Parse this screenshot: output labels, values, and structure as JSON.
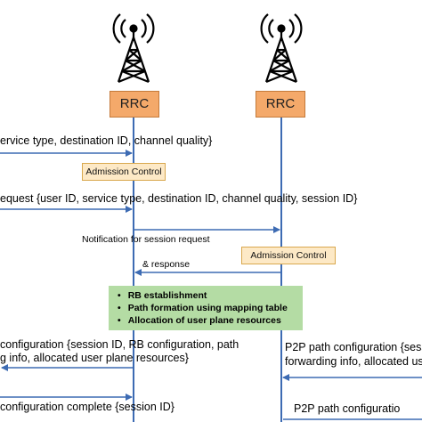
{
  "nodes": {
    "left_label": "RRC",
    "right_label": "RRC"
  },
  "messages": {
    "m1": "ervice type, destination ID, channel quality}",
    "m2": "equest {user ID, service type, destination ID, channel quality, session ID}",
    "m3": "Notification for session request",
    "m4": "&  response",
    "m5_line1": "configuration {session ID, RB configuration, path",
    "m5_line2": "g info, allocated user plane resources}",
    "m6_line1": "P2P path configuration {sessi",
    "m6_line2": "forwarding info, allocated use",
    "m7": "configuration complete {session ID}",
    "m8": "P2P path configuratio"
  },
  "admission_left": "Admission Control",
  "admission_right": "Admission Control",
  "procedures": [
    "RB establishment",
    "Path formation using mapping table",
    "Allocation of user plane resources"
  ],
  "colors": {
    "lifeline": "#3d6bb3",
    "rrc_fill": "#f4a96a",
    "admission_fill": "#fde9c6",
    "procedure_fill": "#b4dca4"
  }
}
